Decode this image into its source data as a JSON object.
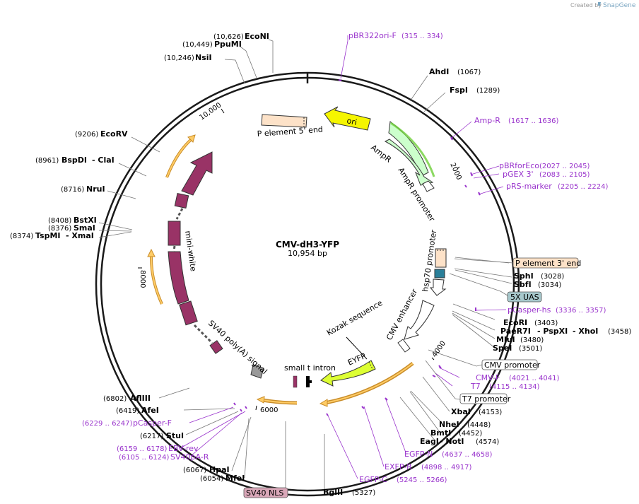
{
  "header": {
    "created_by": "Created by",
    "brand": "SnapGene"
  },
  "plasmid": {
    "name": "CMV-dH3-YFP",
    "length_label": "10,954 bp",
    "length": 10954
  },
  "ticks": [
    "2000",
    "4000",
    "6000",
    "8000",
    "10,000"
  ],
  "enzymes": [
    {
      "name": "EcoNI",
      "pos": "(10,626)"
    },
    {
      "name": "PpuMI",
      "pos": "(10,449)"
    },
    {
      "name": "NsiI",
      "pos": "(10,246)"
    },
    {
      "name": "AhdI",
      "pos": "(1067)"
    },
    {
      "name": "FspI",
      "pos": "(1289)"
    },
    {
      "name": "EcoRV",
      "pos": "(9206)"
    },
    {
      "name": "BspDI",
      "pos": "(8961)"
    },
    {
      "name": "- ClaI",
      "pos": ""
    },
    {
      "name": "NruI",
      "pos": "(8716)"
    },
    {
      "name": "BstXI",
      "pos": "(8408)"
    },
    {
      "name": "SmaI",
      "pos": "(8376)"
    },
    {
      "name": "TspMI",
      "pos": "(8374)"
    },
    {
      "name": "- XmaI",
      "pos": ""
    },
    {
      "name": "SphI",
      "pos": "(3028)"
    },
    {
      "name": "SbfI",
      "pos": "(3034)"
    },
    {
      "name": "EcoRI",
      "pos": "(3403)"
    },
    {
      "name": "PaeR7I",
      "pos": "(3458)"
    },
    {
      "name": "- PspXI",
      "pos": ""
    },
    {
      "name": "- XhoI",
      "pos": ""
    },
    {
      "name": "MluI",
      "pos": "(3480)"
    },
    {
      "name": "SpeI",
      "pos": "(3501)"
    },
    {
      "name": "XbaI",
      "pos": "(4153)"
    },
    {
      "name": "NheI",
      "pos": "(4448)"
    },
    {
      "name": "BmtI",
      "pos": "(4452)"
    },
    {
      "name": "EagI",
      "pos": "(4574)"
    },
    {
      "name": "- NotI",
      "pos": ""
    },
    {
      "name": "BglII",
      "pos": "(5327)"
    },
    {
      "name": "AflIII",
      "pos": "(6802)"
    },
    {
      "name": "AfeI",
      "pos": "(6419)"
    },
    {
      "name": "StuI",
      "pos": "(6217)"
    },
    {
      "name": "HpaI",
      "pos": "(6067)"
    },
    {
      "name": "MfeI",
      "pos": "(6054)"
    }
  ],
  "primers": [
    {
      "name": "pBR322ori-F",
      "range": "(315 .. 334)"
    },
    {
      "name": "Amp-R",
      "range": "(1617 .. 1636)"
    },
    {
      "name": "pBRforEco",
      "range": "(2027 .. 2045)"
    },
    {
      "name": "pGEX 3'",
      "range": "(2083 .. 2105)"
    },
    {
      "name": "pRS-marker",
      "range": "(2205 .. 2224)"
    },
    {
      "name": "pCasper-hs",
      "range": "(3336 .. 3357)"
    },
    {
      "name": "CMV-F",
      "range": "(4021 .. 4041)"
    },
    {
      "name": "T7",
      "range": "(4115 .. 4134)"
    },
    {
      "name": "EGFP-N",
      "range": "(4637 .. 4658)"
    },
    {
      "name": "EXFP-R",
      "range": "(4898 .. 4917)"
    },
    {
      "name": "EGFP-C",
      "range": "(5245 .. 5266)"
    },
    {
      "name": "pCasper-F",
      "range": "(6229 .. 6247)"
    },
    {
      "name": "EBV-rev",
      "range": "(6159 .. 6178)"
    },
    {
      "name": "SV40pA-R",
      "range": "(6105 .. 6124)"
    }
  ],
  "boxed_features": [
    {
      "name": "P element 3' end",
      "color": "#fde2c8"
    },
    {
      "name": "5X UAS",
      "color": "#a7c8cc"
    },
    {
      "name": "CMV promoter",
      "color": "#ffffff"
    },
    {
      "name": "T7 promoter",
      "color": "#ffffff"
    },
    {
      "name": "SV40 NLS",
      "color": "#d9a7b8"
    }
  ],
  "features": {
    "p_element_5": "P element 5' end",
    "ori": "ori",
    "ampr": "AmpR",
    "ampr_promoter": "AmpR promoter",
    "hsp70_promoter": "hsp70 promoter",
    "cmv_enhancer": "CMV enhancer",
    "kozak": "Kozak sequence",
    "eyfp": "EYFP",
    "small_t_intron": "small t intron",
    "sv40_polya": "SV40 poly(A) signal",
    "mini_white": "mini-white"
  },
  "colors": {
    "backbone": "#1a1a1a",
    "primer": "#9933cc",
    "ori": "#f5f500",
    "ampr": "#ccffcc",
    "p_element": "#fde2c8",
    "mini_white": "#993366",
    "eyfp": "#ddff33",
    "orf_arrow": "#ffcc66",
    "uas": "#2a7f99"
  }
}
